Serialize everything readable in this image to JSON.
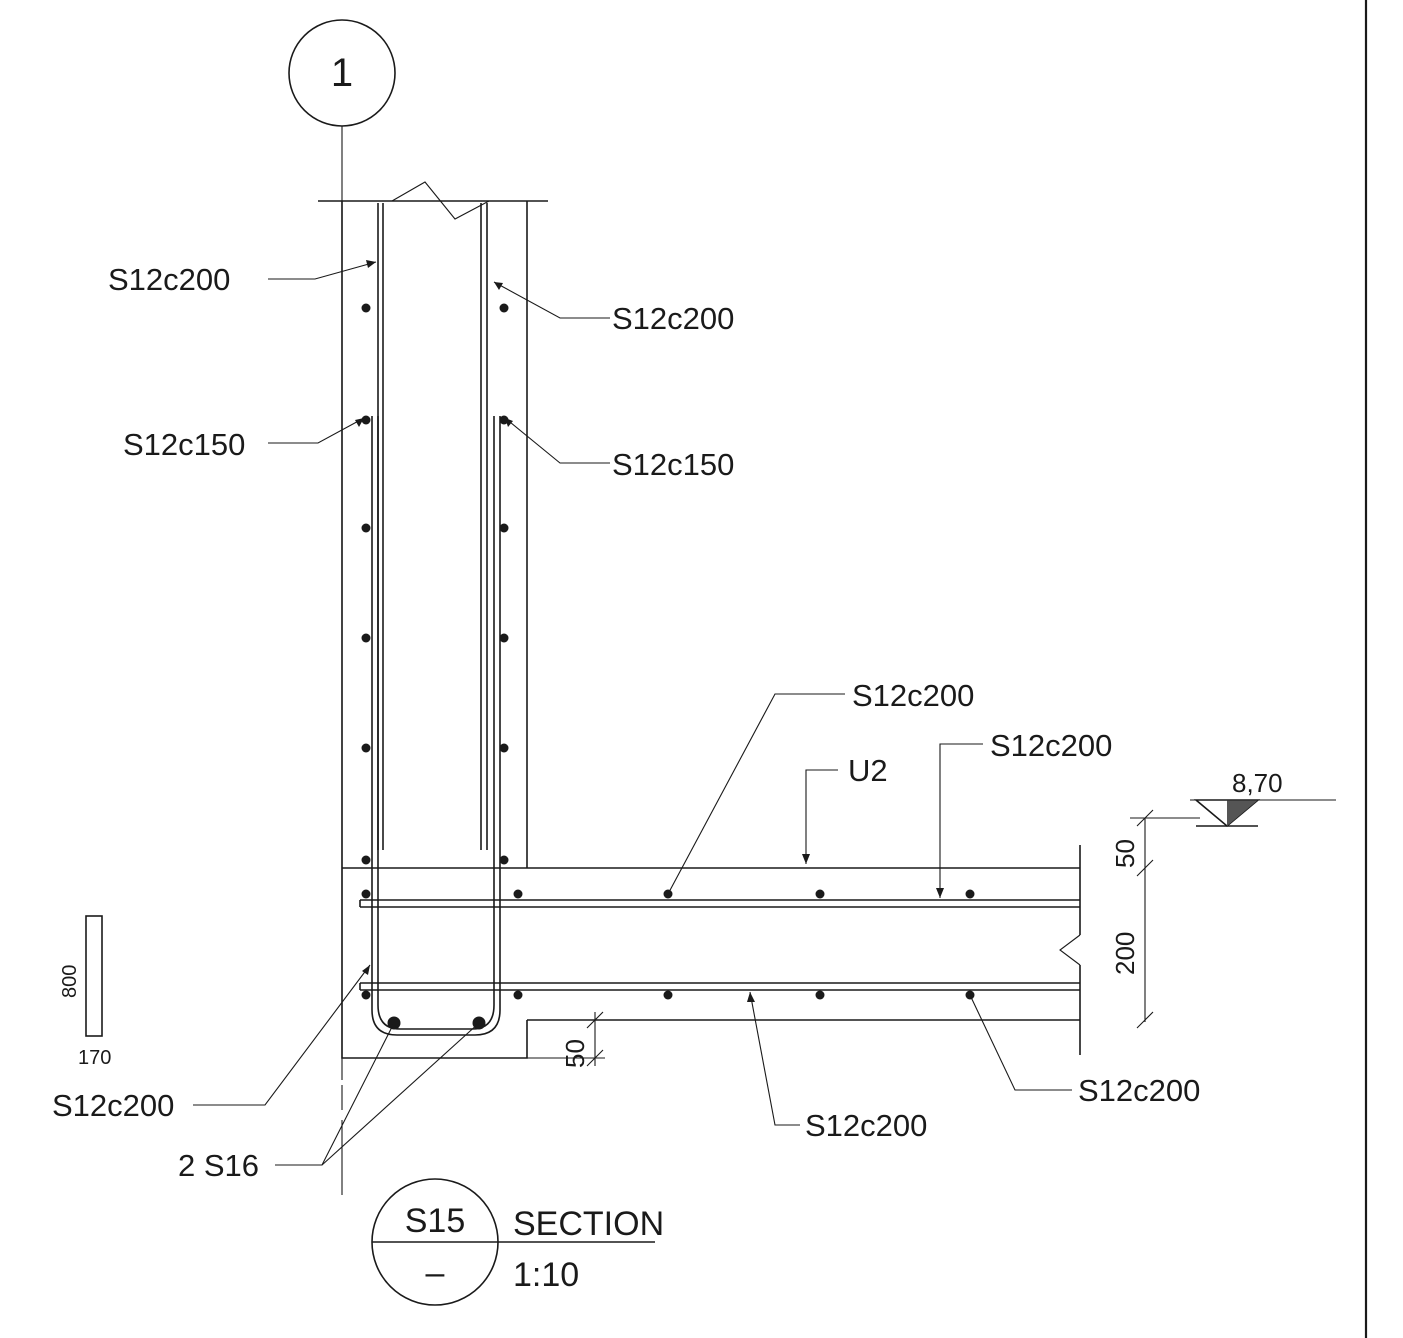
{
  "grid_axis": {
    "label": "1"
  },
  "wall_rebar": {
    "outer_upper": "S12c200",
    "inner_upper": "S12c200",
    "outer_lower": "S12c150",
    "inner_lower": "S12c150"
  },
  "slab_rebar": {
    "top_mid": "S12c200",
    "top_right": "S12c200",
    "u_bar": "U2",
    "bottom_mid": "S12c200",
    "bottom_right": "S12c200",
    "corner_left": "S12c200",
    "corner_bars": "2 S16"
  },
  "dimensions": {
    "top_cover": "50",
    "slab_thickness": "200",
    "bottom_cover": "50",
    "wall_height": "800",
    "wall_width": "170"
  },
  "level": {
    "value": "8,70"
  },
  "section_tag": {
    "id": "S15",
    "sheet": "–",
    "title": "SECTION",
    "scale": "1:10"
  }
}
